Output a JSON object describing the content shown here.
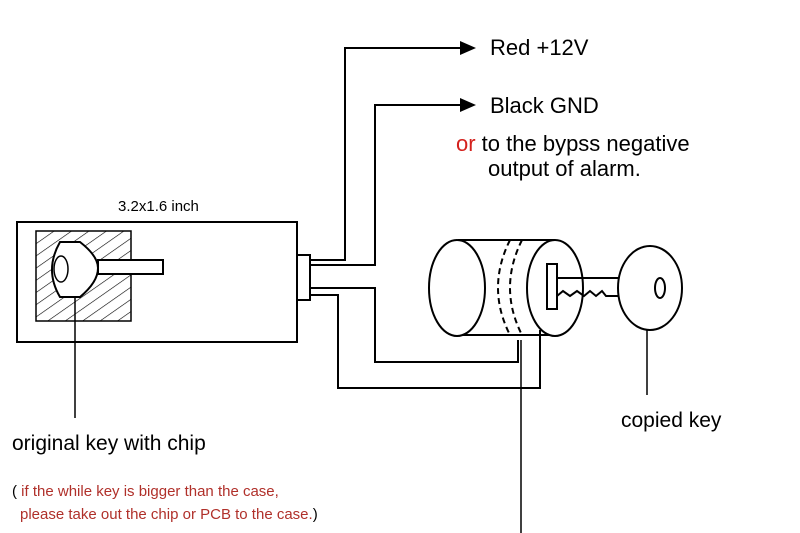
{
  "labels": {
    "red_wire": "Red  +12V",
    "black_wire": "Black GND",
    "or_word": "or",
    "bypass_line1": " to the bypss negative",
    "bypass_line2": "output of alarm.",
    "size": "3.2x1.6 inch",
    "original_key": "original key with chip",
    "note_open": "( ",
    "note_line1": "if the while key is bigger than the case,",
    "note_line2": "please take out the chip or PCB to the case.",
    "note_close": ")",
    "copied_key": "copied key"
  },
  "colors": {
    "line": "#000000",
    "accent_red": "#d4211d",
    "note_red": "#b0302a"
  }
}
